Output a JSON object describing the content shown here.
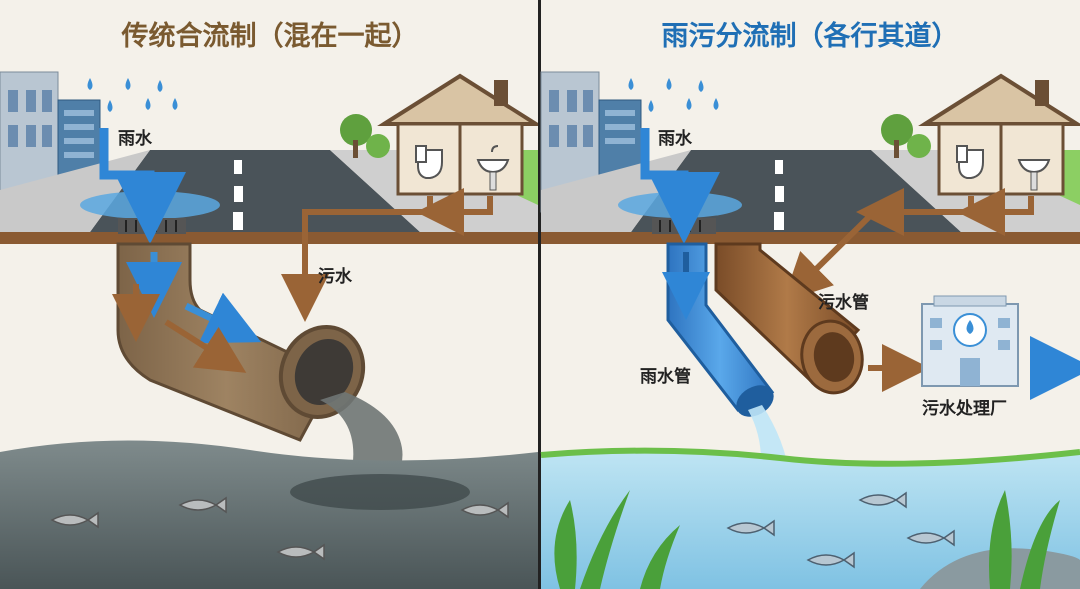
{
  "left_panel": {
    "title": "传统合流制（混在一起）",
    "rain_label": "雨水",
    "sewage_label": "污水"
  },
  "right_panel": {
    "title": "雨污分流制（各行其道）",
    "rain_label": "雨水",
    "rain_pipe_label": "雨水管",
    "sewage_pipe_label": "污水管",
    "plant_label": "污水处理厂"
  },
  "colors": {
    "rain_blue": "#3a8fd6",
    "sewage_brown": "#8a5a32",
    "dirty_water": "#5d6a6c",
    "clean_water": "#9fd3ea",
    "left_title": "#7a5a30",
    "right_title": "#1f6fb5"
  }
}
